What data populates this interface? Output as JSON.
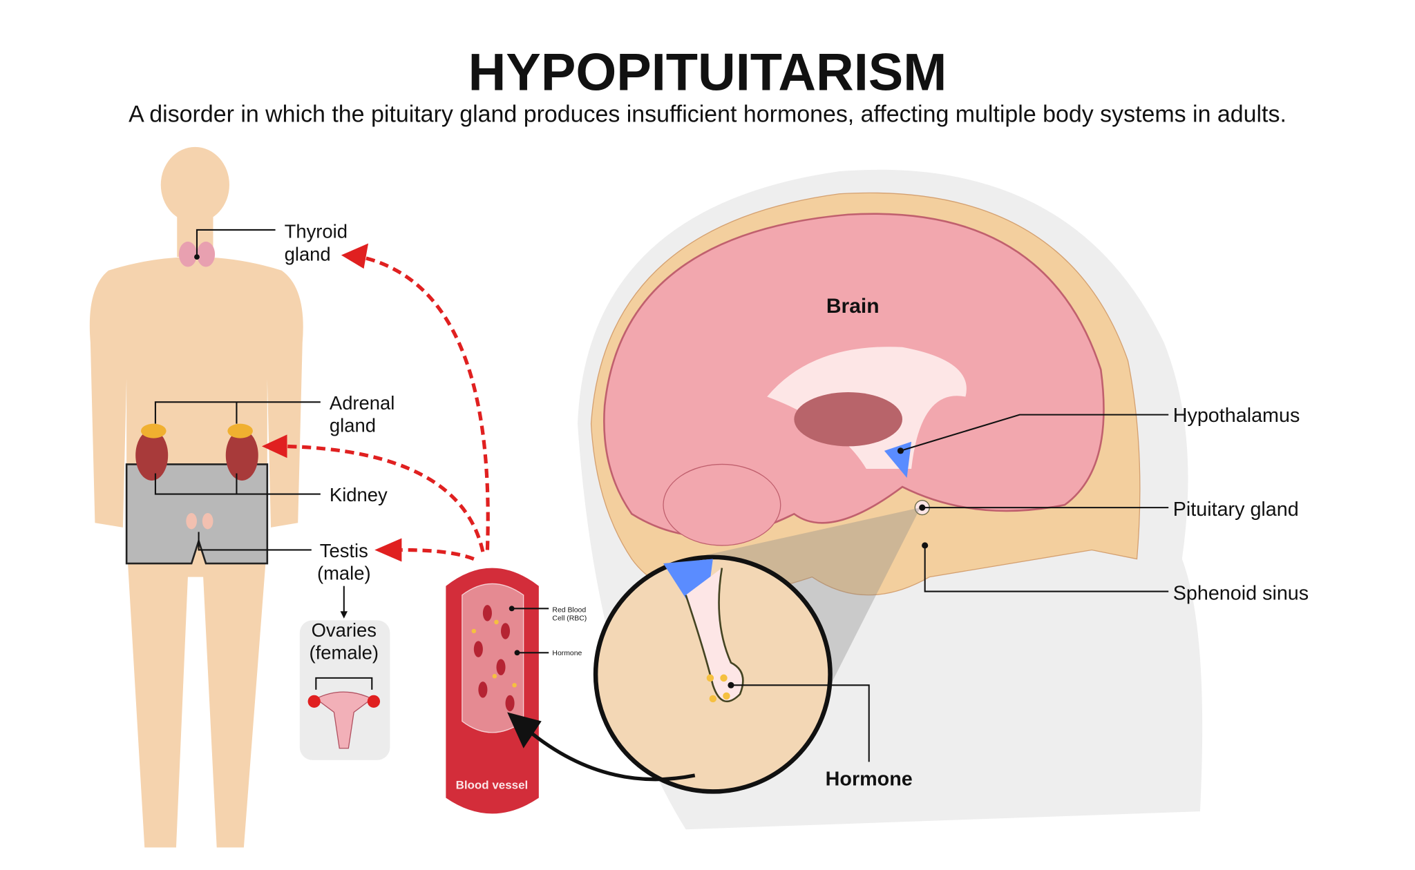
{
  "title": "HYPOPITUITARISM",
  "subtitle": "A disorder in which the pituitary gland produces insufficient hormones, affecting multiple body systems in adults.",
  "body_labels": {
    "thyroid": [
      "Thyroid",
      "gland"
    ],
    "adrenal": [
      "Adrenal",
      "gland"
    ],
    "kidney": "Kidney",
    "testis": [
      "Testis",
      "(male)"
    ],
    "ovaries": [
      "Ovaries",
      "(female)"
    ]
  },
  "vessel": {
    "title": "Blood vessel",
    "rbc": [
      "Red Blood",
      "Cell (RBC)"
    ],
    "hormone": "Hormone"
  },
  "brain_labels": {
    "brain": "Brain",
    "hypothalamus": "Hypothalamus",
    "pituitary": "Pituitary gland",
    "sphenoid": "Sphenoid sinus",
    "hormone": "Hormone"
  },
  "colors": {
    "skin": "#f5d3ae",
    "brain": "#f2a7ae",
    "arrow": "#e02020",
    "vessel": "#c8202e"
  }
}
